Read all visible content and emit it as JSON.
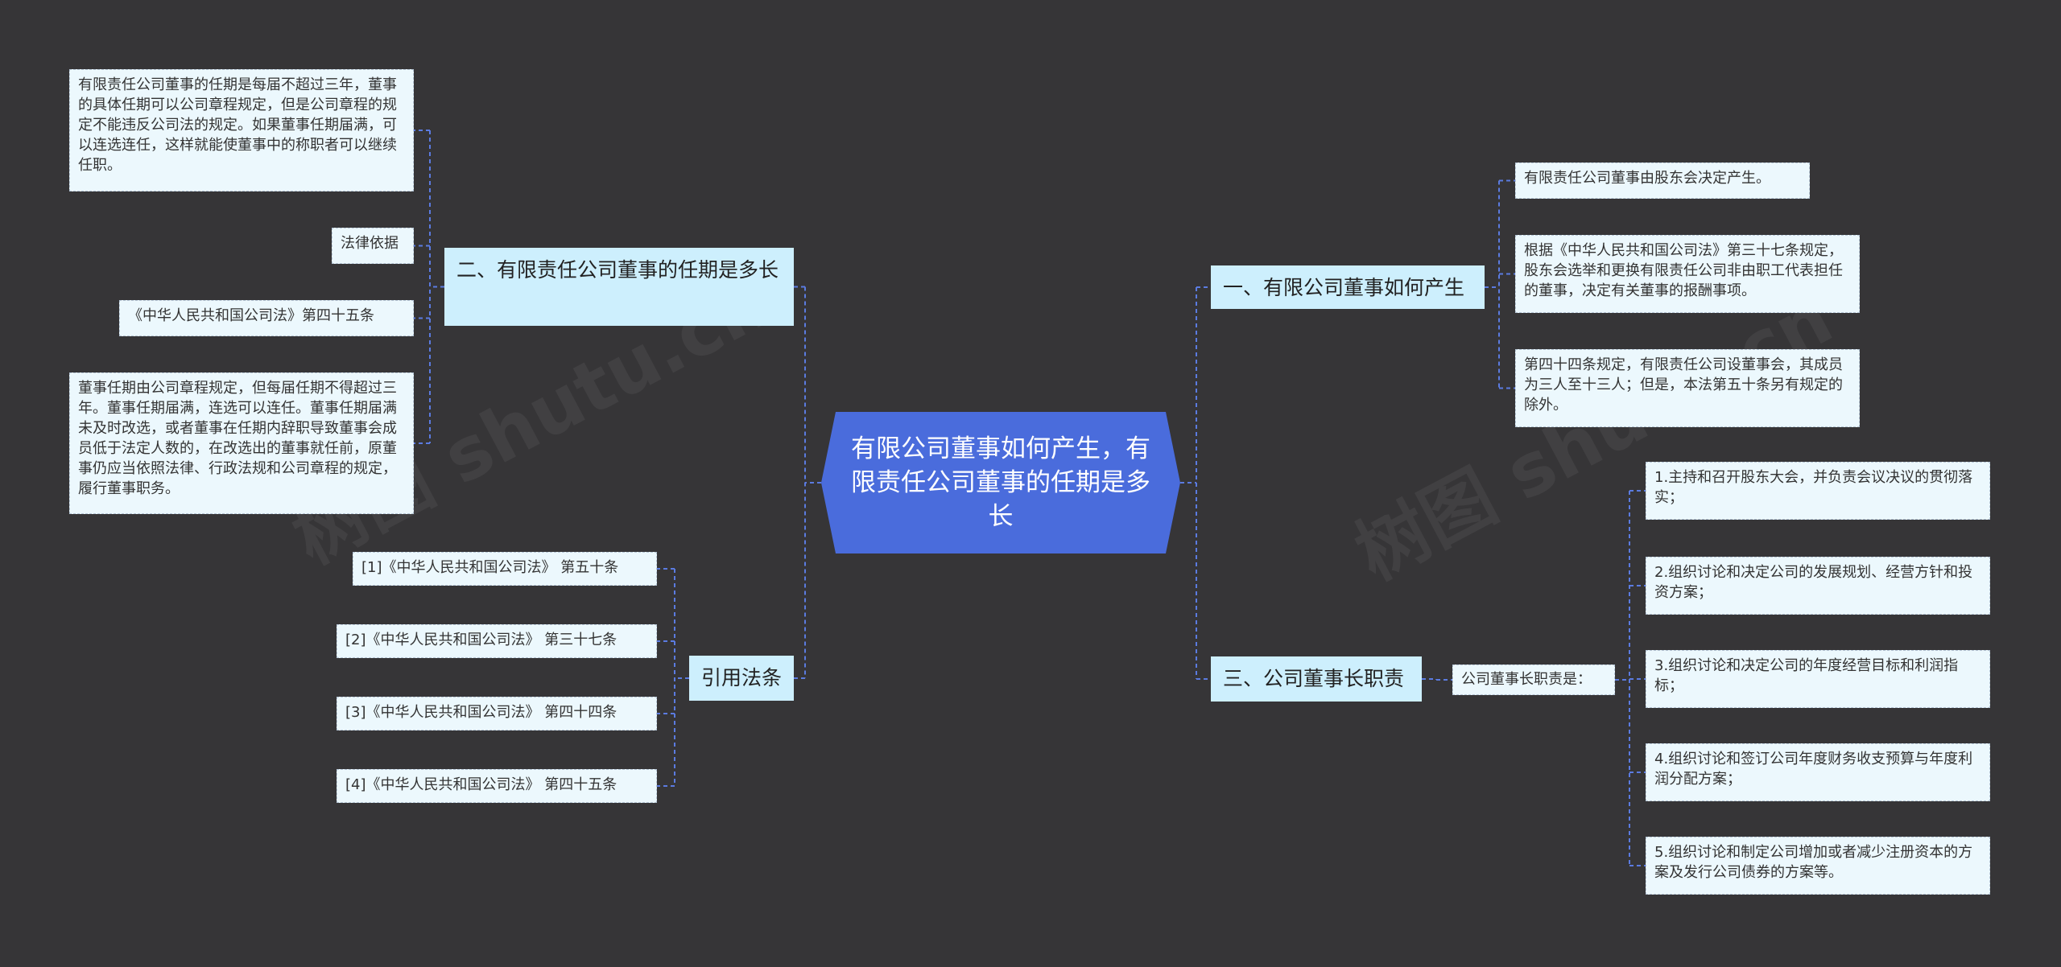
{
  "center": {
    "title": "有限公司董事如何产生，有限责任公司董事的任期是多长"
  },
  "branch1": {
    "title": "一、有限公司董事如何产生",
    "items": [
      "有限责任公司董事由股东会决定产生。",
      "根据《中华人民共和国公司法》第三十七条规定，股东会选举和更换有限责任公司非由职工代表担任的董事，决定有关董事的报酬事项。",
      "第四十四条规定，有限责任公司设董事会，其成员为三人至十三人；但是，本法第五十条另有规定的除外。"
    ]
  },
  "branch2": {
    "title": "二、有限责任公司董事的任期是多长",
    "items": [
      "有限责任公司董事的任期是每届不超过三年，董事的具体任期可以公司章程规定，但是公司章程的规定不能违反公司法的规定。如果董事任期届满，可以连选连任，这样就能使董事中的称职者可以继续任职。",
      "法律依据",
      "《中华人民共和国公司法》第四十五条",
      "董事任期由公司章程规定，但每届任期不得超过三年。董事任期届满，连选可以连任。董事任期届满未及时改选，或者董事在任期内辞职导致董事会成员低于法定人数的，在改选出的董事就任前，原董事仍应当依照法律、行政法规和公司章程的规定，履行董事职务。"
    ]
  },
  "branch3": {
    "title": "三、公司董事长职责",
    "sub": "公司董事长职责是：",
    "items": [
      "1.主持和召开股东大会，并负责会议决议的贯彻落实；",
      "2.组织讨论和决定公司的发展规划、经营方针和投资方案；",
      "3.组织讨论和决定公司的年度经营目标和利润指标；",
      "4.组织讨论和签订公司年度财务收支预算与年度利润分配方案；",
      "5.组织讨论和制定公司增加或者减少注册资本的方案及发行公司债券的方案等。"
    ]
  },
  "branch4": {
    "title": "引用法条",
    "items": [
      "[1]《中华人民共和国公司法》 第五十条",
      "[2]《中华人民共和国公司法》 第三十七条",
      "[3]《中华人民共和国公司法》 第四十四条",
      "[4]《中华人民共和国公司法》 第四十五条"
    ]
  },
  "colors": {
    "background": "#363537",
    "center": "#4a6cdc",
    "branch": "#cdeffd",
    "leaf": "#ecf8fd",
    "line": "#5b7be0"
  }
}
